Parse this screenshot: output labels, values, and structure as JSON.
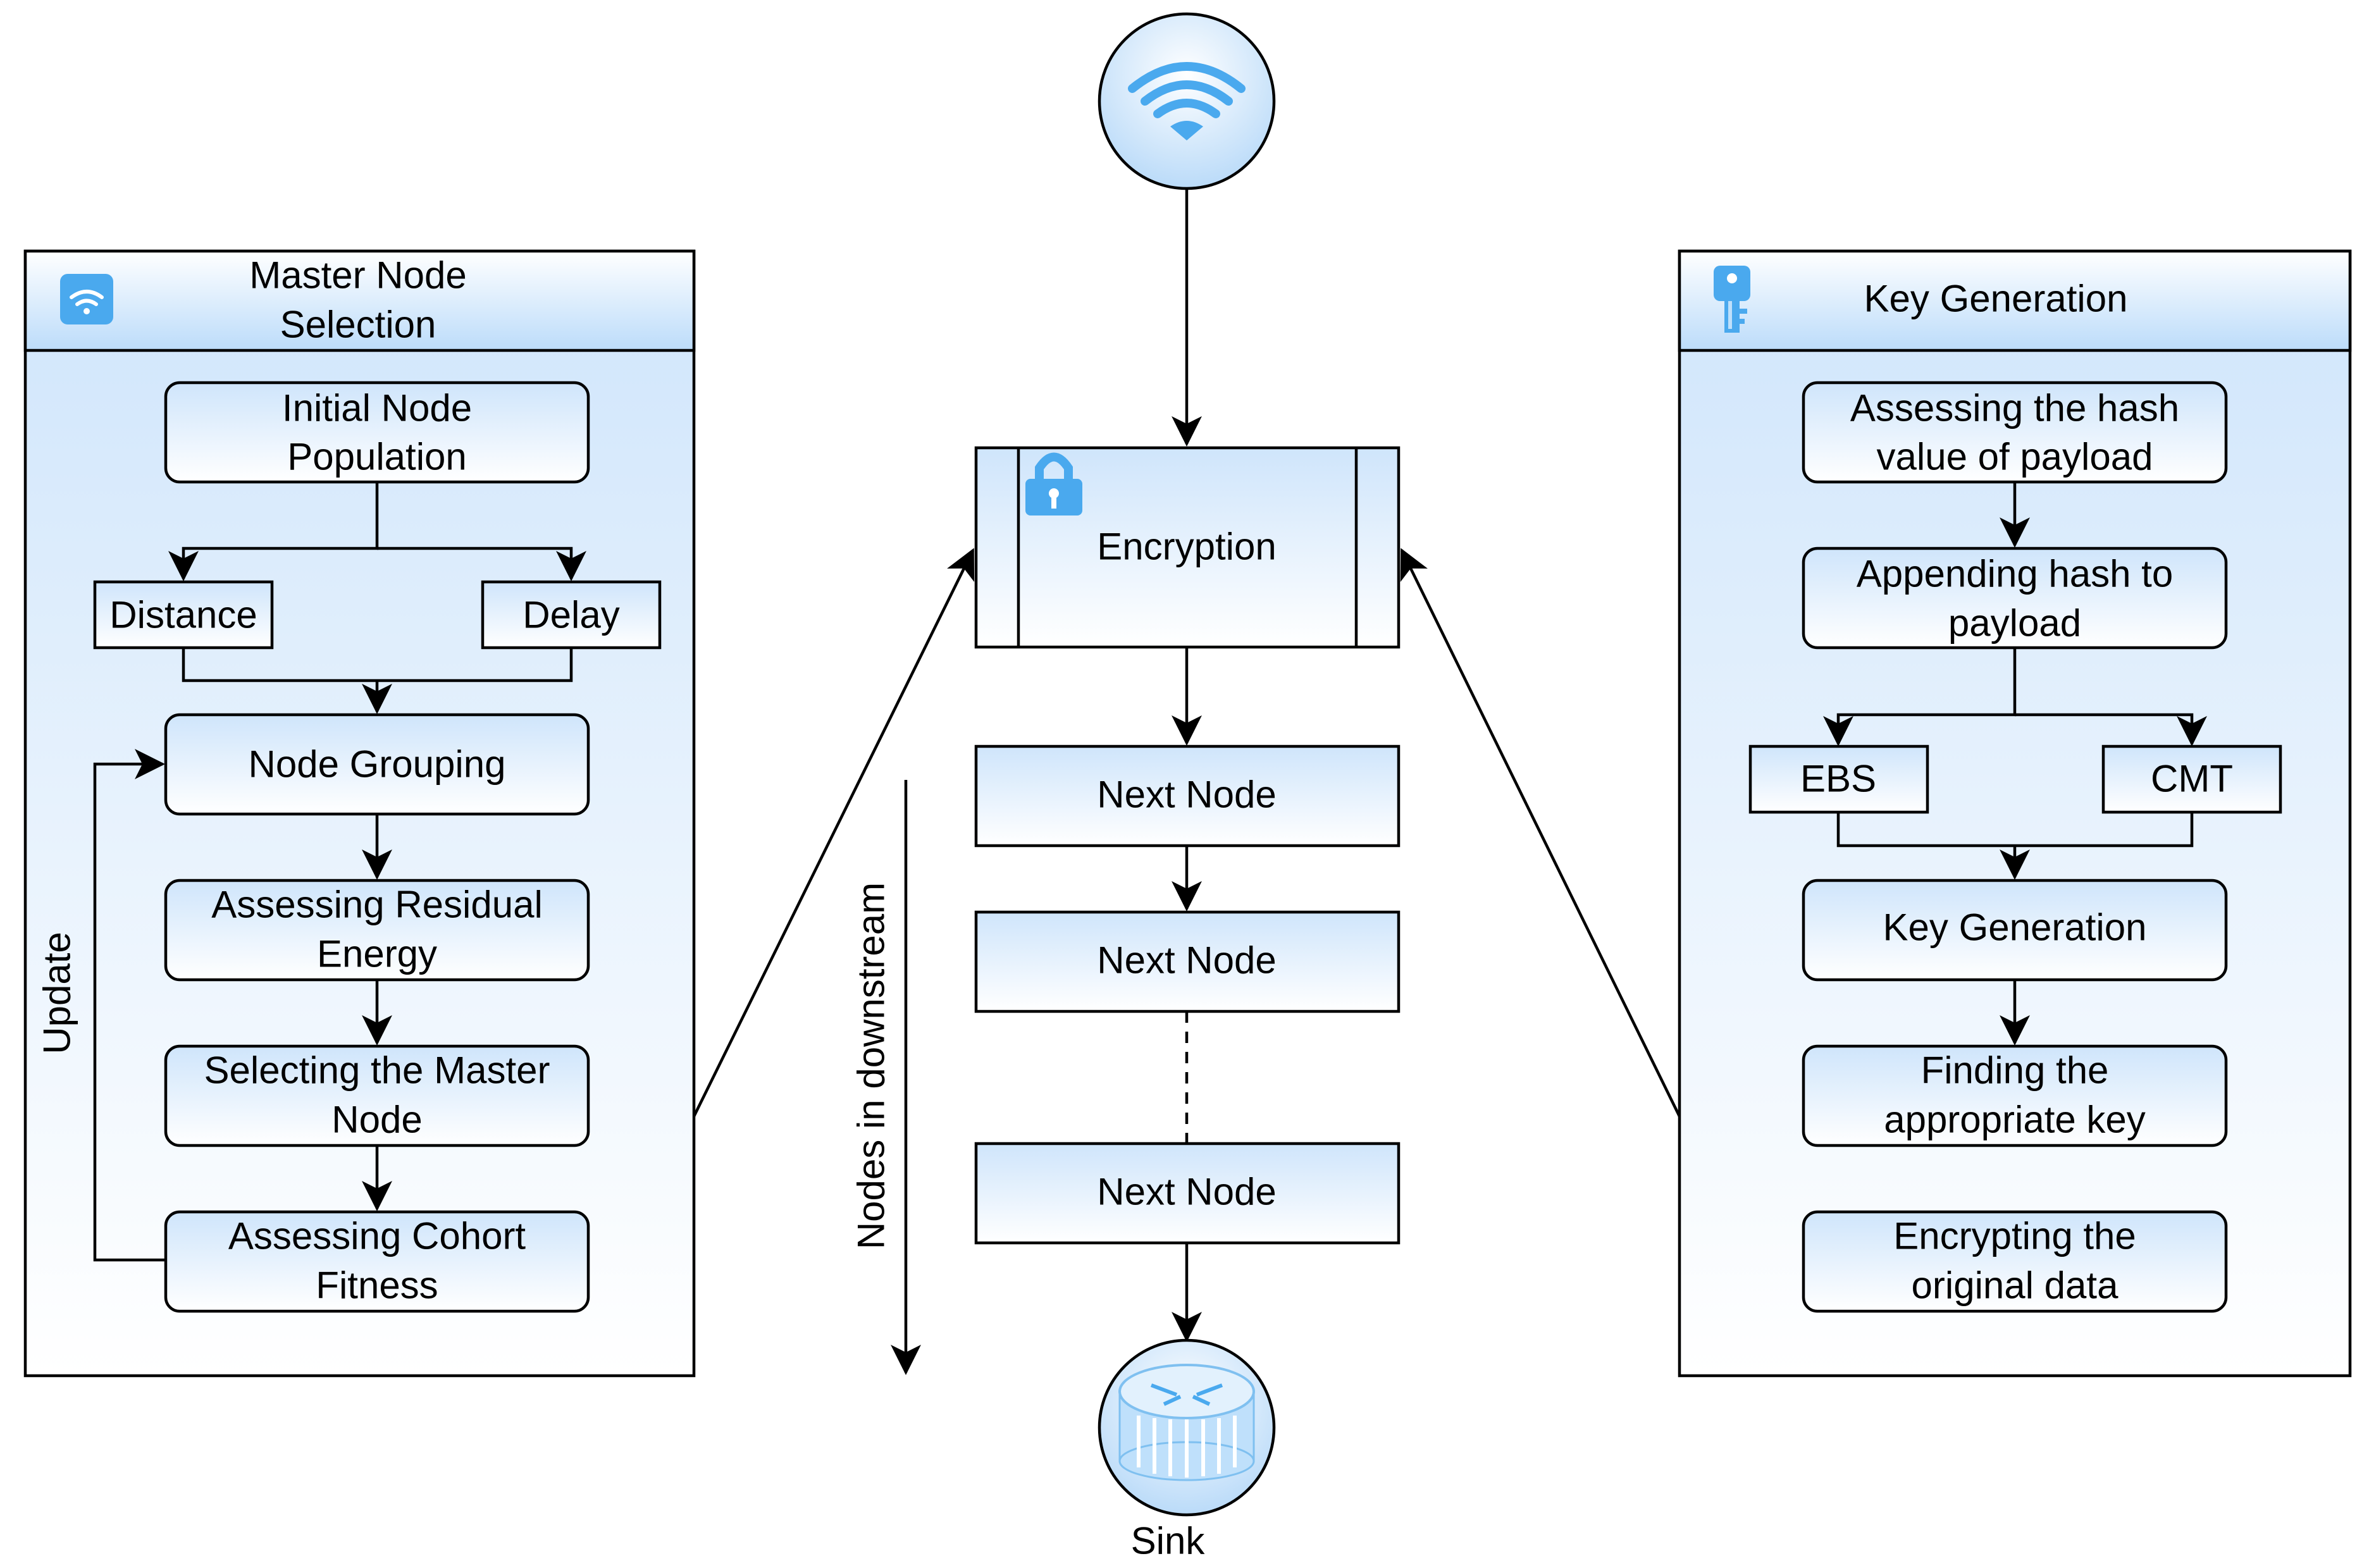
{
  "colors": {
    "fill_top": "#d4e8fb",
    "fill_bottom": "#ffffff",
    "icon_blue": "#4aa9ee",
    "stroke": "#000000"
  },
  "left_panel": {
    "title_line1": "Master Node",
    "title_line2": "Selection",
    "icon": "wifi-icon",
    "initial_node_line1": "Initial Node",
    "initial_node_line2": "Population",
    "distance": "Distance",
    "delay": "Delay",
    "node_grouping": "Node Grouping",
    "residual_line1": "Assessing Residual",
    "residual_line2": "Energy",
    "select_master_line1": "Selecting the Master",
    "select_master_line2": "Node",
    "cohort_line1": "Assessing Cohort",
    "cohort_line2": "Fitness",
    "update": "Update"
  },
  "center": {
    "source_icon": "wifi-icon",
    "encryption": "Encryption",
    "lock_icon": "lock-icon",
    "next_node_1": "Next Node",
    "next_node_2": "Next Node",
    "next_node_3": "Next Node",
    "downstream_label": "Nodes in downstream",
    "sink_icon": "router-icon",
    "sink": "Sink"
  },
  "right_panel": {
    "title": "Key Generation",
    "icon": "key-icon",
    "hash_line1": "Assessing the hash",
    "hash_line2": "value of payload",
    "append_line1": "Appending hash to",
    "append_line2": "payload",
    "ebs": "EBS",
    "cmt": "CMT",
    "key_generation": "Key Generation",
    "finding_line1": "Finding the",
    "finding_line2": "appropriate key",
    "encrypting_line1": "Encrypting the",
    "encrypting_line2": "original data"
  }
}
